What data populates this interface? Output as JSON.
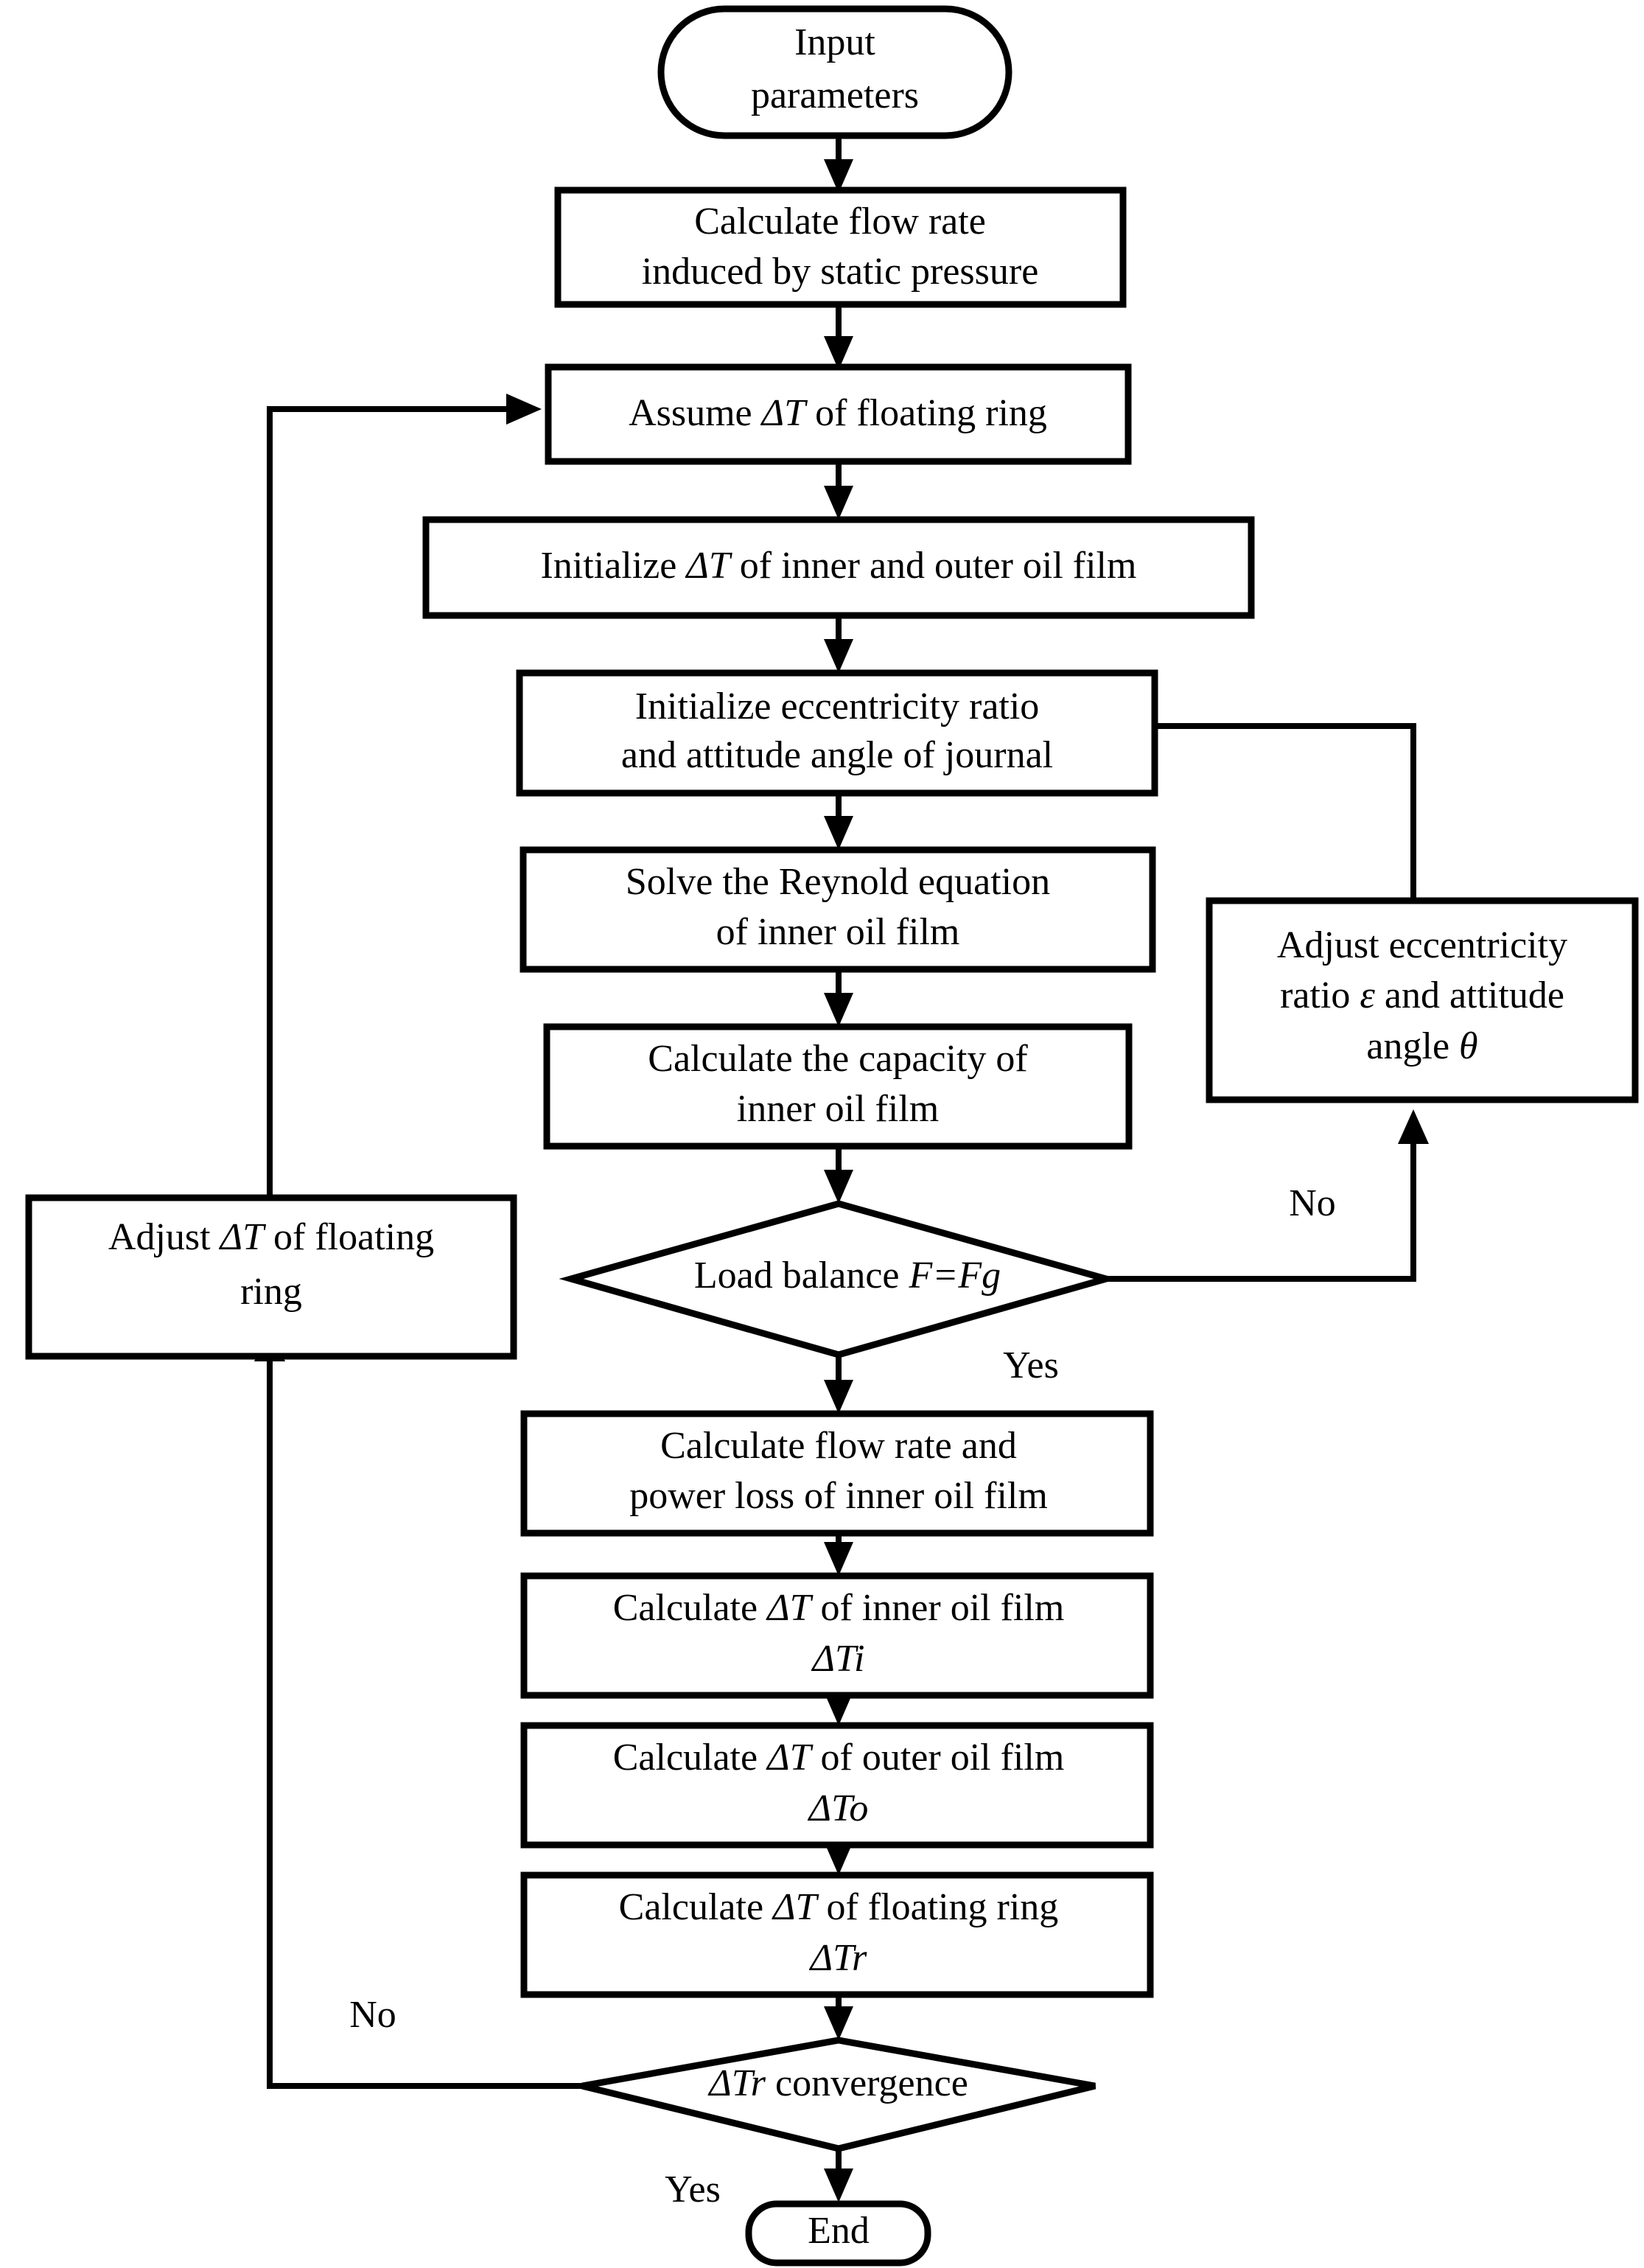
{
  "diagram": {
    "title": "Thermal-hydrodynamic iterative solution flowchart for floating ring bearing",
    "type": "flowchart",
    "background_color": "#ffffff",
    "line_color": "#000000",
    "nodes": [
      {
        "id": "input-parameters",
        "shape": "terminator",
        "lines": [
          "Input",
          "parameters"
        ]
      },
      {
        "id": "calc-flow-rate-static",
        "shape": "process",
        "lines": [
          "Calculate flow rate",
          "induced by static pressure"
        ]
      },
      {
        "id": "assume-dt-ring",
        "shape": "process",
        "lines": [
          "Assume ΔT of floating ring"
        ]
      },
      {
        "id": "init-dt-films",
        "shape": "process",
        "lines": [
          "Initialize ΔT of inner and outer oil film"
        ]
      },
      {
        "id": "init-eccentricity",
        "shape": "process",
        "lines": [
          "Initialize eccentricity ratio",
          "and attitude angle of journal"
        ]
      },
      {
        "id": "solve-reynold",
        "shape": "process",
        "lines": [
          "Solve the Reynold equation",
          "of inner oil film"
        ]
      },
      {
        "id": "calc-capacity",
        "shape": "process",
        "lines": [
          "Calculate the capacity of",
          "inner oil film"
        ]
      },
      {
        "id": "adjust-eccentricity",
        "shape": "process",
        "lines": [
          "Adjust eccentricity",
          "ratio ε and attitude",
          "angle θ"
        ]
      },
      {
        "id": "load-balance",
        "shape": "decision",
        "lines": [
          "Load  balance F=Fg"
        ]
      },
      {
        "id": "adjust-dt-ring",
        "shape": "process",
        "lines": [
          "Adjust ΔT of floating",
          "ring"
        ]
      },
      {
        "id": "calc-flow-power-inner",
        "shape": "process",
        "lines": [
          "Calculate flow rate and",
          "power loss of inner oil film"
        ]
      },
      {
        "id": "calc-dt-inner",
        "shape": "process",
        "lines": [
          "Calculate ΔT of inner oil film",
          "ΔTi"
        ]
      },
      {
        "id": "calc-dt-outer",
        "shape": "process",
        "lines": [
          "Calculate ΔT  of outer oil film",
          "ΔTo"
        ]
      },
      {
        "id": "calc-dt-ring",
        "shape": "process",
        "lines": [
          "Calculate ΔT of floating ring",
          "ΔTr"
        ]
      },
      {
        "id": "dtr-convergence",
        "shape": "decision",
        "lines": [
          "ΔTr convergence"
        ]
      },
      {
        "id": "end",
        "shape": "terminator",
        "lines": [
          "End"
        ]
      }
    ],
    "edge_labels": [
      {
        "id": "load-balance-no",
        "text": "No"
      },
      {
        "id": "load-balance-yes",
        "text": "Yes"
      },
      {
        "id": "convergence-no",
        "text": "No"
      },
      {
        "id": "convergence-yes",
        "text": "Yes"
      }
    ],
    "text": {
      "input_l1": "Input",
      "input_l2": "parameters",
      "calcflow_l1": "Calculate flow rate",
      "calcflow_l2": "induced by static pressure",
      "assume_pre": "Assume ",
      "assume_sym": "ΔT",
      "assume_post": " of floating ring",
      "initfilm_pre": "Initialize ",
      "initfilm_sym": "ΔT",
      "initfilm_post": " of inner and outer oil film",
      "initecc_l1": "Initialize eccentricity ratio",
      "initecc_l2": "and attitude angle of journal",
      "reynold_l1": "Solve the Reynold equation",
      "reynold_l2": "of inner oil film",
      "capacity_l1": "Calculate the capacity of",
      "capacity_l2": "inner oil film",
      "adjecc_l1": "Adjust eccentricity",
      "adjecc_l2_pre": "ratio ",
      "adjecc_l2_sym": "ε",
      "adjecc_l2_post": " and attitude",
      "adjecc_l3_pre": "angle ",
      "adjecc_l3_sym": "θ",
      "loadbal_pre": "Load  balance ",
      "loadbal_sym": "F=Fg",
      "adjdt_l1_pre": "Adjust ",
      "adjdt_l1_sym": "ΔT",
      "adjdt_l1_post": " of floating",
      "adjdt_l2": "ring",
      "flowpower_l1": "Calculate flow rate and",
      "flowpower_l2": "power loss of inner oil film",
      "dtinner_pre": "Calculate ",
      "dtinner_sym": "ΔT",
      "dtinner_post": " of inner oil film",
      "dtinner_l2": "ΔTi",
      "dtouter_pre": "Calculate ",
      "dtouter_sym": "ΔT",
      "dtouter_post": "  of outer oil film",
      "dtouter_l2": "ΔTo",
      "dtring_pre": "Calculate ",
      "dtring_sym": "ΔT",
      "dtring_post": " of floating ring",
      "dtring_l2": "ΔTr",
      "conv_sym": "ΔTr",
      "conv_post": " convergence",
      "label_no_1": "No",
      "label_yes_1": "Yes",
      "label_no_2": "No",
      "label_yes_2": "Yes",
      "end_label": "End"
    }
  }
}
